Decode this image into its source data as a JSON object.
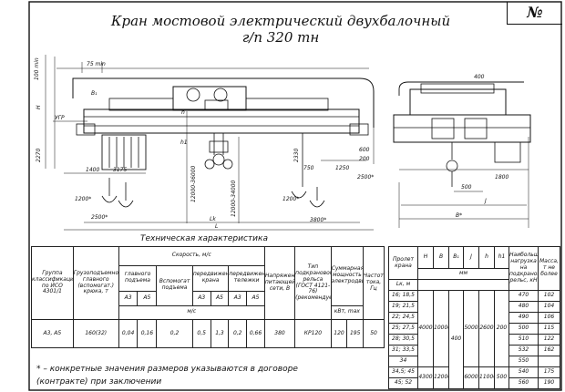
{
  "header": {
    "title": "Кран мостовой электрический двухбалочный г/п 320 тн",
    "number_sign": "№"
  },
  "drawing": {
    "dims": {
      "d75": "75 min",
      "d100": "100 min",
      "dH": "H",
      "dB1": "B₁",
      "dUGR": "УГР",
      "d2270": "2270",
      "d1400": "1400",
      "d3175": "3175",
      "d1200a": "1200*",
      "d2500a": "2500*",
      "dh1": "h1",
      "dh": "h",
      "d12000": "12000-36000",
      "d12000b": "12000-34000",
      "d2330": "2330",
      "d750": "750",
      "d1250": "1250",
      "d600": "600",
      "d200": "200",
      "d2500b": "2500*",
      "d1200b": "1200*",
      "d3800": "3800*",
      "dLk": "Lk",
      "dL": "L",
      "d400": "400",
      "d1800": "1800",
      "d500": "500",
      "dJ": "J",
      "dBstar": "B*"
    }
  },
  "tech_caption": "Техническая характеристика",
  "spec_table": {
    "h_group": "Группа классификации по ИСО 4301/1",
    "h_capacity": "Грузоподъемность главного (вспомогат.) крюка, т",
    "h_speed": "Скорость, м/с",
    "h_main": "главного подъема",
    "h_aux": "Вспомогат подъема",
    "h_trolley": "передвижения крана",
    "h_bridge": "передвижения тележки",
    "h_voltage": "Напряжение питающей сети, В",
    "h_rail": "Тип подкранового рельса (ГОСТ 4121-76) (рекомендуем)",
    "h_power": "Суммарная мощность электродвигателей",
    "h_freq": "Частота тока, Гц",
    "a3": "А3",
    "a5": "А5",
    "unit_ms": "м/с",
    "unit_kw": "кВт, max",
    "row": {
      "group": "А3, А5",
      "capacity": "160(32)",
      "main_a3": "0,04",
      "main_a5": "0,16",
      "aux": "0,2",
      "trolley_a3": "0,5",
      "trolley_a5": "1,3",
      "bridge_a3": "0,2",
      "bridge_a5": "0,66",
      "voltage": "380",
      "rail": "КР120",
      "power_a3": "120",
      "power_a5": "195",
      "freq": "50"
    }
  },
  "span_table": {
    "h_span": "Пролет крана",
    "h_lk": "Lк, м",
    "h_H": "H",
    "h_B": "B",
    "h_B1": "B₁",
    "h_J": "J",
    "h_h": "h",
    "h_h1": "h1",
    "h_mm": "мм",
    "h_load": "Наибольшая нагрузка на подкрановый рельс, кН",
    "h_mass": "Масса, т не более",
    "rows": [
      {
        "span": "16; 18,5",
        "load": "470",
        "mass": "102"
      },
      {
        "span": "19; 21,5",
        "load": "480",
        "mass": "104"
      },
      {
        "span": "22; 24,5",
        "load": "490",
        "mass": "106"
      },
      {
        "span": "25; 27,5",
        "load": "500",
        "mass": "115"
      },
      {
        "span": "28; 30,5",
        "load": "510",
        "mass": "122"
      },
      {
        "span": "31; 33,5",
        "load": "532",
        "mass": "162"
      },
      {
        "span": "34",
        "load": "550",
        "mass": ""
      },
      {
        "span": "34,5; 45",
        "load": "540",
        "mass": "175"
      },
      {
        "span": "45; 52",
        "load": "560",
        "mass": "190"
      }
    ],
    "g1": {
      "H": "4000",
      "B": "10000",
      "B1": "400",
      "J": "5000",
      "h": "2600",
      "h1": "200"
    },
    "g2": {
      "H": "4300",
      "B": "12000",
      "J": "6000",
      "h": "11000",
      "h1": "500"
    }
  },
  "footnote": {
    "line1": "* – конкретные значения размеров указываются в договоре",
    "line2": "(контракте) при заключении"
  }
}
